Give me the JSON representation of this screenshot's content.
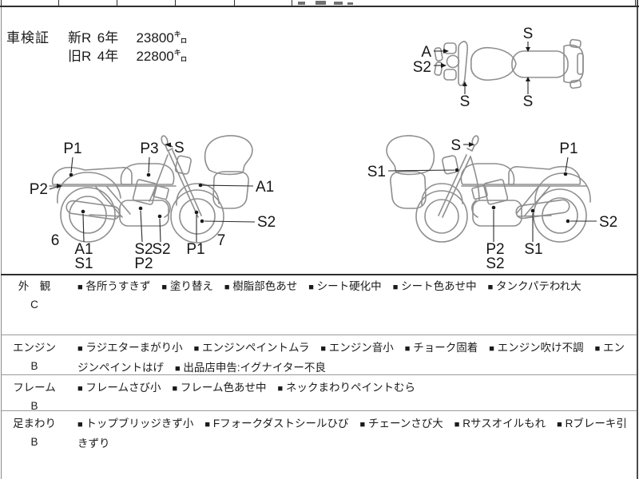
{
  "header": {
    "title": "車検証",
    "rows": [
      {
        "label": "新R",
        "years": "6年",
        "distance": "23800㌔"
      },
      {
        "label": "旧R",
        "years": "4年",
        "distance": "22800㌔"
      }
    ]
  },
  "diagrams": {
    "top_view": {
      "labels": [
        {
          "text": "A"
        },
        {
          "text": "S2"
        },
        {
          "text": "S"
        },
        {
          "text": "S"
        },
        {
          "text": "S"
        }
      ]
    },
    "side_view_right": {
      "rear_wheel_num": "6",
      "front_wheel_num": "7",
      "labels": [
        {
          "text": "P1"
        },
        {
          "text": "P3"
        },
        {
          "text": "S"
        },
        {
          "text": "P2"
        },
        {
          "text": "A1"
        },
        {
          "text": "S2"
        },
        {
          "text": "A1"
        },
        {
          "text": "S1"
        },
        {
          "text": "S2"
        },
        {
          "text": "S2"
        },
        {
          "text": "P2"
        },
        {
          "text": "P1"
        }
      ]
    },
    "side_view_left": {
      "labels": [
        {
          "text": "S"
        },
        {
          "text": "P1"
        },
        {
          "text": "S1"
        },
        {
          "text": "S2"
        },
        {
          "text": "P2"
        },
        {
          "text": "S2"
        },
        {
          "text": "S1"
        }
      ]
    }
  },
  "inspection_table": {
    "rows": [
      {
        "category": "外　観",
        "grade": "C",
        "comments": [
          "各所うすきず",
          "塗り替え",
          "樹脂部色あせ",
          "シート硬化中",
          "シート色あせ中",
          "タンクパテわれ大"
        ]
      },
      {
        "category": "エンジン",
        "grade": "B",
        "comments": [
          "ラジエターまがり小",
          "エンジンペイントムラ",
          "エンジン音小",
          "チョーク固着",
          "エンジン吹け不調",
          "エンジンペイントはげ",
          "出品店申告:イグナイター不良"
        ]
      },
      {
        "category": "フレーム",
        "grade": "B",
        "comments": [
          "フレームさび小",
          "フレーム色あせ中",
          "ネックまわりペイントむら"
        ]
      },
      {
        "category": "足まわり",
        "grade": "B",
        "comments": [
          "トップブリッジきず小",
          "Fフォークダストシールひび",
          "チェーンさび大",
          "Rサスオイルもれ",
          "Rブレーキ引きずり"
        ]
      }
    ]
  },
  "colors": {
    "ink": "#1a1a1a",
    "drawing_stroke": "#8f8f8f",
    "table_line": "#999999"
  }
}
